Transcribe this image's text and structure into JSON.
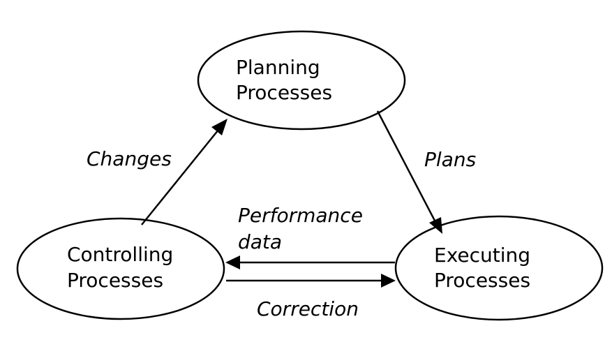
{
  "diagram": {
    "nodes": {
      "planning": {
        "line1": "Planning",
        "line2": "Processes"
      },
      "executing": {
        "line1": "Executing",
        "line2": "Processes"
      },
      "controlling": {
        "line1": "Controlling",
        "line2": "Processes"
      }
    },
    "edges": {
      "plans": "Plans",
      "changes": "Changes",
      "performance_line1": "Performance",
      "performance_line2": "data",
      "correction": "Correction"
    }
  }
}
